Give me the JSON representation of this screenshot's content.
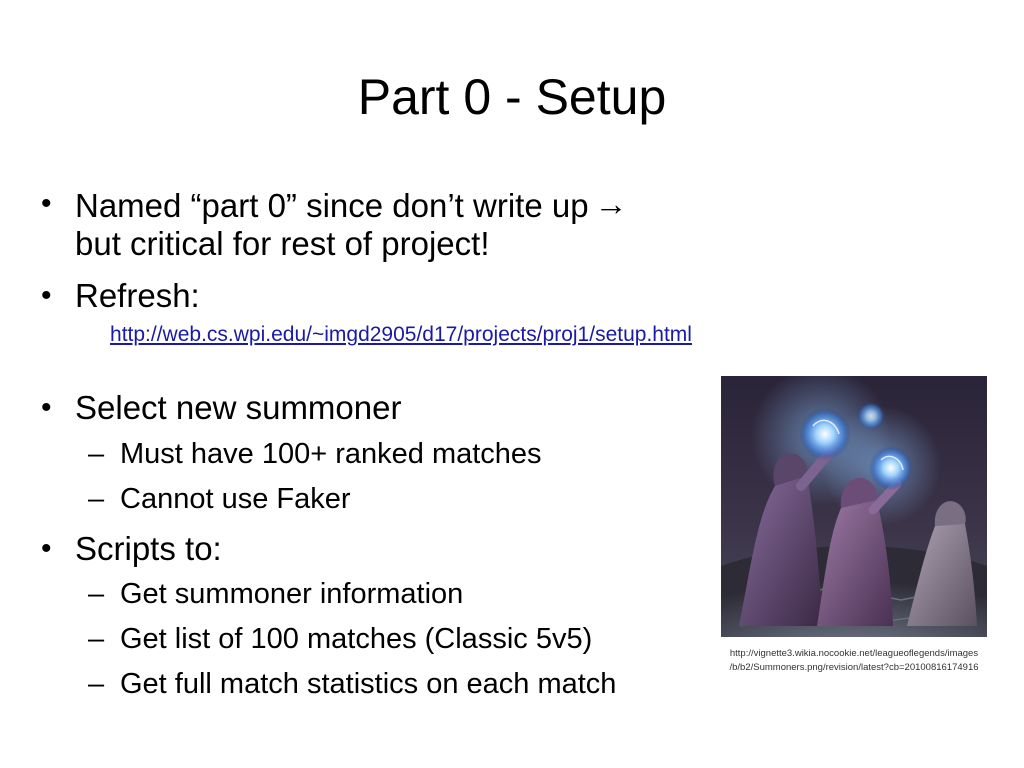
{
  "slide": {
    "title": "Part 0 - Setup",
    "bullets": [
      {
        "line1": "Named “part 0” since don’t write up",
        "arrow": "→",
        "line2": "but critical for rest of project!"
      },
      {
        "text": "Refresh:"
      },
      {
        "text": "Select new summoner"
      },
      {
        "text": "Scripts to:"
      }
    ],
    "link": "http://web.cs.wpi.edu/~imgd2905/d17/projects/proj1/setup.html",
    "summoner_subitems": [
      "Must have 100+ ranked matches",
      "Cannot use Faker"
    ],
    "script_subitems": [
      "Get summoner information",
      "Get list of 100 matches (Classic 5v5)",
      "Get full match statistics on each match"
    ],
    "bullet_glyph": "•",
    "dash_glyph": "–",
    "image": {
      "caption_line1": "http://vignette3.wikia.nocookie.net/leagueoflegends/images",
      "caption_line2": "/b/b2/Summoners.png/revision/latest?cb=20100816174916"
    },
    "colors": {
      "link": "#1a1aa6",
      "orb": "#5fb2ff"
    }
  }
}
